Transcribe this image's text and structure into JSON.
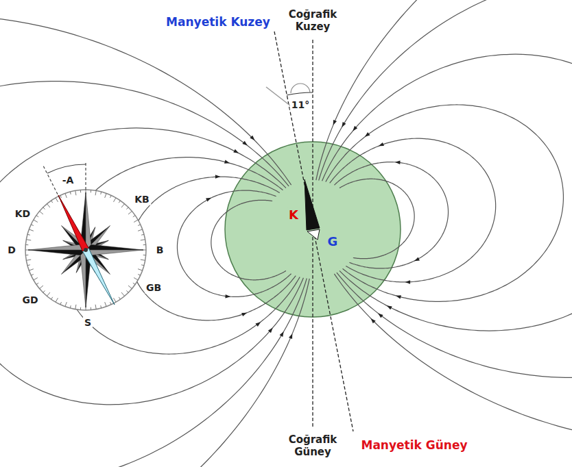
{
  "diagram": {
    "labels": [
      "Manyetik Kuzey",
      "Coğrafik Kuzey",
      "11°",
      "K",
      "G",
      "-A",
      "KD",
      "KB",
      "D",
      "B",
      "GD",
      "GB",
      "S",
      "Coğrafik Güney",
      "Manyetik Güney"
    ]
  }
}
